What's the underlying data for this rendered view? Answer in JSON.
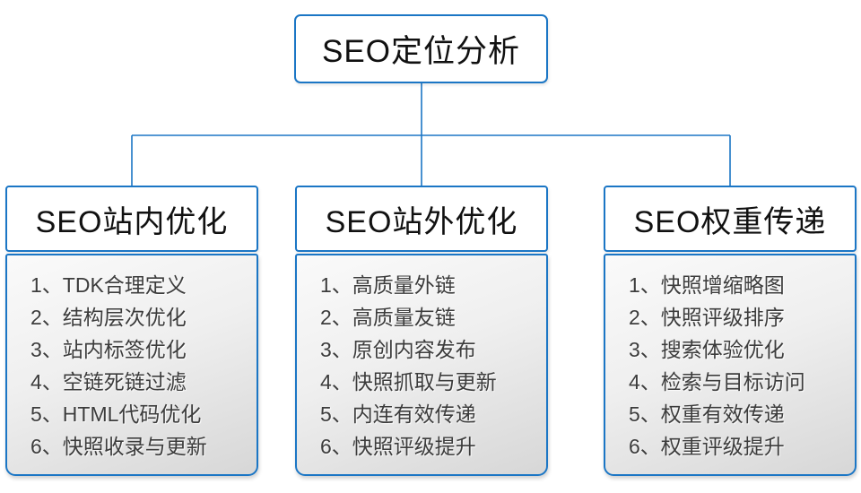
{
  "colors": {
    "accent_blue": "#1b76c5",
    "box_background": "#ffffff",
    "list_gradient_top": "#fafafa",
    "list_gradient_bottom": "#d7d7d7",
    "list_text": "#3c3c3c",
    "title_text": "#111111"
  },
  "root": {
    "title": "SEO定位分析"
  },
  "columns": [
    {
      "title": "SEO站内优化",
      "items": [
        "1、TDK合理定义",
        "2、结构层次优化",
        "3、站内标签优化",
        "4、空链死链过滤",
        "5、HTML代码优化",
        "6、快照收录与更新"
      ]
    },
    {
      "title": "SEO站外优化",
      "items": [
        "1、高质量外链",
        "2、高质量友链",
        "3、原创内容发布",
        "4、快照抓取与更新",
        "5、内连有效传递",
        "6、快照评级提升"
      ]
    },
    {
      "title": "SEO权重传递",
      "items": [
        "1、快照增缩略图",
        "2、快照评级排序",
        "3、搜索体验优化",
        "4、检索与目标访问",
        "5、权重有效传递",
        "6、权重评级提升"
      ]
    }
  ]
}
